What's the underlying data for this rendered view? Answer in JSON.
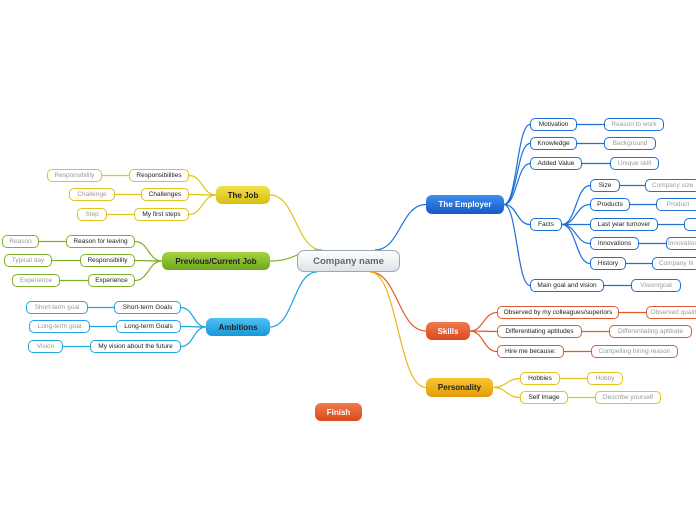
{
  "center": "Company name",
  "employer": {
    "title": "The Employer",
    "motivation": "Motivation",
    "reason_to_work": "Reason to work",
    "knowledge": "Knowledge",
    "background": "Background",
    "added_value": "Added Value",
    "unique_skill": "Unique skill",
    "facts": "Facts",
    "size": "Size",
    "company_size": "Company size",
    "products": "Products",
    "product": "Product",
    "last_year_turnover": "Last year turnover",
    "innovations": "Innovations",
    "innovation": "Innovation",
    "history": "History",
    "company_history": "Company N",
    "main_goal": "Main goal and vision",
    "vision_goal": "Vision/goal"
  },
  "skills": {
    "title": "Skills",
    "observed": "Observed by my colleagues/superiors",
    "observed_quality": "Observed quality",
    "differentiating": "Differentiating aptitudes",
    "differentiating_aptitude": "Differentiating aptitude",
    "hire_me": "Hire me because:",
    "compelling": "Compelling hiring reason"
  },
  "personality": {
    "title": "Personality",
    "hobbies": "Hobbies",
    "hobby": "Hobby",
    "self_image": "Self Image",
    "describe": "Describe yourself"
  },
  "the_job": {
    "title": "The Job",
    "responsibilities": "Responsibilities",
    "responsibility": "Responsibility",
    "challenges": "Challenges",
    "challenge": "Challenge",
    "first_steps": "My first steps",
    "step": "Step"
  },
  "previous_job": {
    "title": "Previous/Current Job",
    "reason_for_leaving": "Reason for leaving",
    "reason": "Reason",
    "responsibility": "Responsibility",
    "typical_day": "Typical day",
    "experience": "Experience",
    "experience_leaf": "Experience"
  },
  "ambitions": {
    "title": "Ambitions",
    "short_term": "Short-term Goals",
    "short_term_goal": "Short-term goal",
    "long_term": "Long-term Goals",
    "long_term_goal": "Long-term goal",
    "vision_future": "My vision about the future",
    "vision": "Vision"
  },
  "finish": "Finish",
  "colors": {
    "blue": "#1f6fd6",
    "red": "#e35a2c",
    "gold": "#f0b21a",
    "yellow": "#e0c31b",
    "green": "#7cb22a",
    "cyan": "#22a4e0"
  }
}
